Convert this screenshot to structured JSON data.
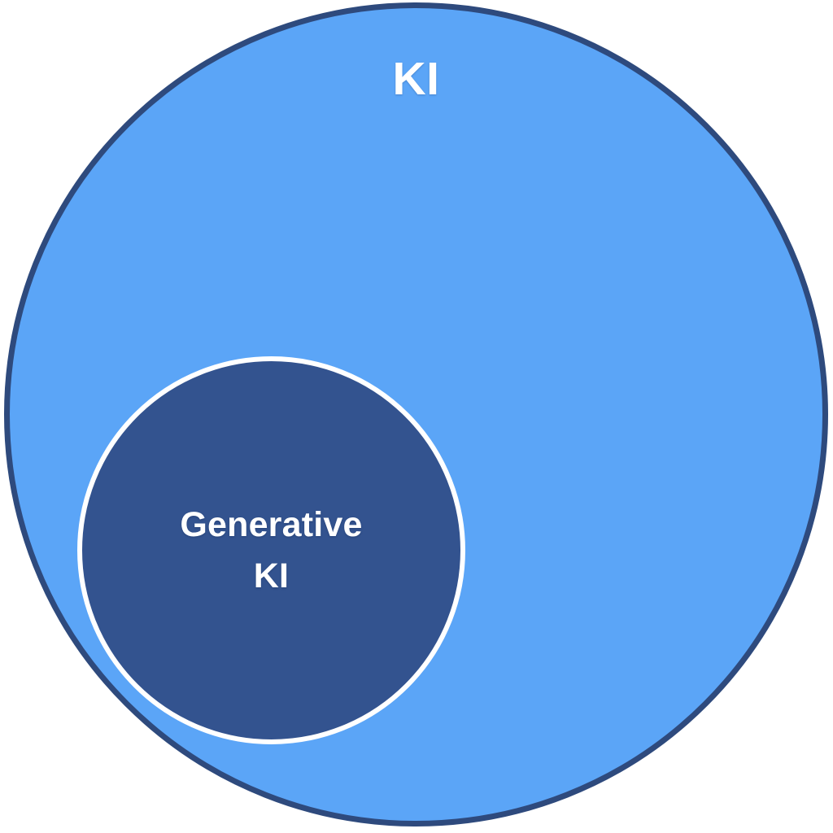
{
  "diagram": {
    "type": "venn-subset",
    "background_color": "#FFFFFF",
    "outer_set": {
      "label": "KI",
      "fill_color": "#5BA5F7",
      "stroke_color": "#2E4A7D",
      "text_color": "#FFFFFF"
    },
    "inner_set": {
      "label_line_1": "Generative",
      "label_line_2": "KI",
      "fill_color": "#33538F",
      "stroke_color": "#FFFFFF",
      "text_color": "#FFFFFF"
    }
  }
}
